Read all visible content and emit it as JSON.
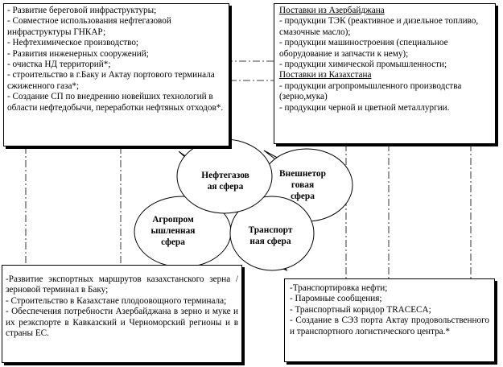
{
  "top_left": {
    "lines": [
      "- Развитие береговой инфраструктуры;",
      "- Совместное использования нефтегазовой инфраструктуры ГНКАР;",
      "- Нефтехимическое производство;",
      "- Развития инженерных сооружений;",
      "- очистка НД территорий*;",
      "- строительство в г.Баку и Актау портового терминала сжиженного газа*;",
      "- Создание СП по внедрению новейших технологий в области нефтедобычи, переработки нефтяных отходов*."
    ]
  },
  "top_right": {
    "az_heading": "Поставки из Азербайджана",
    "az_items": [
      "- продукции ТЭК (реактивное и дизельное топливо, смазочные масло);",
      "- продукции машиностроения (специальное оборудование и запчасти к нему);",
      "- продукции химической промышленности;"
    ],
    "kz_heading": "Поставки из Казахстана",
    "kz_items": [
      "- продукции агропромышленного производства (зерно,мука)",
      "- продукции черной и цветной металлургии."
    ]
  },
  "bottom_left": {
    "lines": [
      "-Развитие экспортных маршрутов казахстанского зерна / зерновой терминал в Баку;",
      "- Строительство в Казахстане плодоовощного терминала;",
      "- Обеспечения потребности Азербайджана в зерно и муке и их реэкспорте в Кавказский и Черноморский регионы и в страны ЕС."
    ]
  },
  "bottom_right": {
    "lines": [
      "-Транспортировка нефти;",
      "- Паромные сообщения;",
      "- Транспортный коридор TRACECA;",
      "- Создание в СЭЗ порта Актау продовольственного и транспортного логистического центра.*"
    ]
  },
  "spheres": {
    "oil_gas": "Нефтегазов\nая сфера",
    "trade": "Внешнетор\nговая\nсфера",
    "agro": "Агропром\nышленная\nсфера",
    "transport": "Транспорт\nная сфера"
  }
}
